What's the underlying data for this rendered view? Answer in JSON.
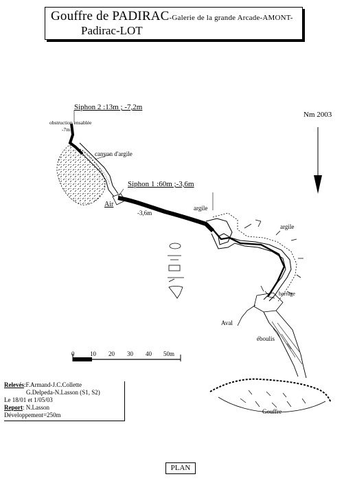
{
  "title": {
    "cave": "Gouffre de PADIRAC",
    "gallery": "-Galerie de la grande Arcade-AMONT-",
    "location": "Padirac-LOT"
  },
  "labels": {
    "siphon2": "Siphon 2 :13m ; -7,2m",
    "siphon1": "Siphon 1 :60m ;-3,6m",
    "obstruction": "obstruction ensablée",
    "depth_7": "-7m",
    "canyon": "canyon d'argile",
    "air": "Air",
    "depth_36": "-3,6m",
    "argile_1": "argile",
    "argile_2": "argile",
    "barrage": "barrage",
    "aval": "Aval",
    "eboulis": "éboulis",
    "gouffre": "Gouffre"
  },
  "north": {
    "label": "Nm 2003"
  },
  "scale": {
    "ticks": [
      "0",
      "10",
      "20",
      "30",
      "40",
      "50m"
    ]
  },
  "credits": {
    "releves_label": "Relevés",
    "releves_1": ":F.Armand-J.C.Collette",
    "releves_2": "G.Delpeda-N.Lasson (S1, S2)",
    "dates": "Le 18/01 et 1/05/03",
    "report_label": "Report",
    "report_value": ": N.Lasson",
    "development": "Développement=250m"
  },
  "plan_label": "PLAN"
}
